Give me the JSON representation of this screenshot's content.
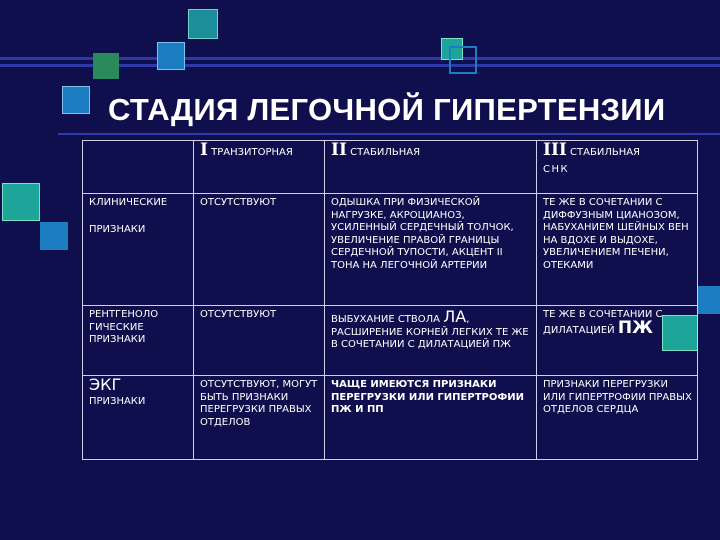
{
  "title": "СТАДИЯ ЛЕГОЧНОЙ ГИПЕРТЕНЗИИ",
  "header": {
    "stage1": {
      "roman": "I",
      "label": "ТРАНЗИТОРНАЯ"
    },
    "stage2": {
      "roman": "II",
      "label": "СТАБИЛЬНАЯ"
    },
    "stage3": {
      "roman": "III",
      "label": "СТАБИЛЬНАЯ",
      "sub": "СНК"
    }
  },
  "rows": [
    {
      "label_1": "КЛИНИЧЕСКИЕ",
      "label_2": "ПРИЗНАКИ",
      "s1": "ОТСУТСТВУЮТ",
      "s2": "ОДЫШКА ПРИ ФИЗИЧЕСКОЙ НАГРУЗКЕ, АКРОЦИАНОЗ, УСИЛЕННЫЙ СЕРДЕЧНЫЙ ТОЛЧОК, УВЕЛИЧЕНИЕ ПРАВОЙ ГРАНИЦЫ СЕРДЕЧНОЙ ТУПОСТИ, АКЦЕНТ II ТОНА НА ЛЕГОЧНОЙ АРТЕРИИ",
      "s3": "ТЕ ЖЕ В СОЧЕТАНИИ С ДИФФУЗНЫМ ЦИАНОЗОМ, НАБУХАНИЕМ ШЕЙНЫХ ВЕН НА ВДОХЕ И ВЫДОХЕ, УВЕЛИЧЕНИЕМ ПЕЧЕНИ, ОТЕКАМИ"
    },
    {
      "label_1": "РЕНТГЕНОЛО",
      "label_2": "ГИЧЕСКИЕ",
      "label_3": "ПРИЗНАКИ",
      "s1": "ОТСУТСТВУЮТ",
      "s2_a": "ВЫБУХАНИЕ СТВОЛА",
      "s2_big": "ЛА",
      "s2_b": ",",
      "s2_c": "РАСШИРЕНИЕ КОРНЕЙ ЛЕГКИХ ТЕ ЖЕ В СОЧЕТАНИИ С ДИЛАТАЦИЕЙ ПЖ",
      "s3_a": "ТЕ ЖЕ В СОЧЕТАНИИ С ДИЛАТАЦИЕЙ",
      "s3_big": "ПЖ"
    },
    {
      "label_1": "ЭКГ",
      "label_2": "ПРИЗНАКИ",
      "s1": "ОТСУТСТВУЮТ, МОГУТ БЫТЬ ПРИЗНАКИ ПЕРЕГРУЗКИ ПРАВЫХ ОТДЕЛОВ",
      "s2": "ЧАЩЕ ИМЕЮТСЯ ПРИЗНАКИ ПЕРЕГРУЗКИ ИЛИ ГИПЕРТРОФИИ ПЖ И ПП",
      "s3": "ПРИЗНАКИ ПЕРЕГРУЗКИ ИЛИ ГИПЕРТРОФИИ ПРАВЫХ ОТДЕЛОВ СЕРДЦА"
    }
  ],
  "colors": {
    "background": "#0f0f4e",
    "square_teal": "#1ea59a",
    "square_blue": "#1c7ec1",
    "square_green": "#2a8a5c",
    "line": "#2e3aa8"
  }
}
